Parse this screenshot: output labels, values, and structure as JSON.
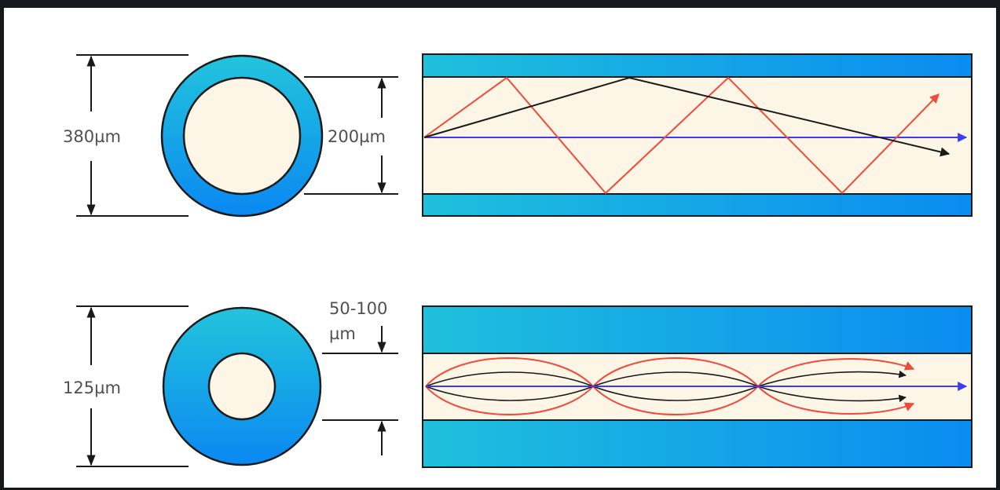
{
  "colors": {
    "background": "#16181c",
    "cladding_light": "#1fc0dc",
    "cladding_dark": "#0a8cf0",
    "core": "#fdf6e6",
    "ray_red": "#f24a3a",
    "ray_blue": "#3b3bf5",
    "ray_black": "#1a1a1a",
    "dim_line": "#1a1a1a"
  },
  "labels": {
    "top_outer": "380µm",
    "top_core": "200µm",
    "bottom_outer": "125µm",
    "bottom_core_line1": "50-100",
    "bottom_core_line2": "µm"
  }
}
